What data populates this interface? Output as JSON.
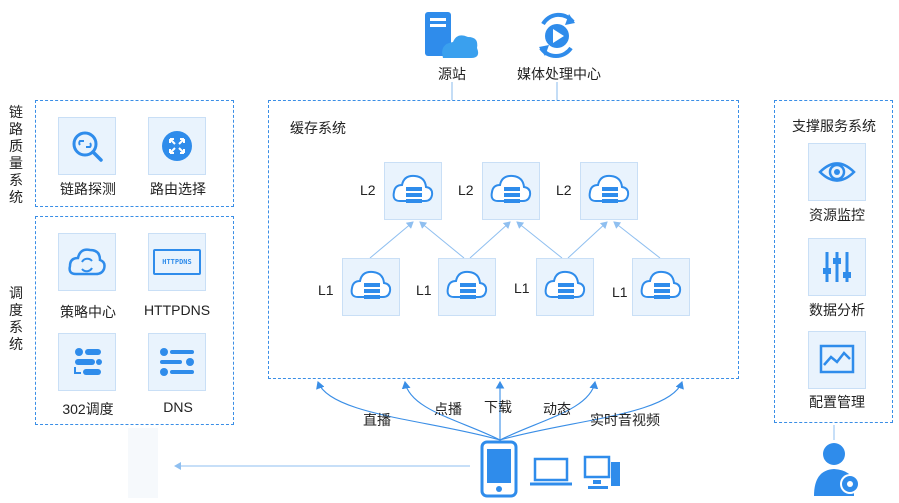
{
  "top": {
    "source_label": "源站",
    "media_label": "媒体处理中心"
  },
  "left": {
    "link_quality_title": "链路质量系统",
    "link_quality_items": [
      "链路探测",
      "路由选择"
    ],
    "schedule_title": "调度系统",
    "schedule_items": [
      "策略中心",
      "HTTPDNS",
      "302调度",
      "DNS"
    ],
    "httpdns_icon_text": "HTTPDNS"
  },
  "cache": {
    "title": "缓存系统",
    "l2_label": "L2",
    "l1_label": "L1"
  },
  "right": {
    "title": "支撑服务系统",
    "items": [
      "资源监控",
      "数据分析",
      "配置管理"
    ]
  },
  "bottom": {
    "request_types": [
      "直播",
      "点播",
      "下载",
      "动态",
      "实时音视频"
    ]
  },
  "colors": {
    "accent": "#2f8ceb",
    "tile_bg": "#e9f3fd",
    "dash": "#3a8ee6"
  }
}
